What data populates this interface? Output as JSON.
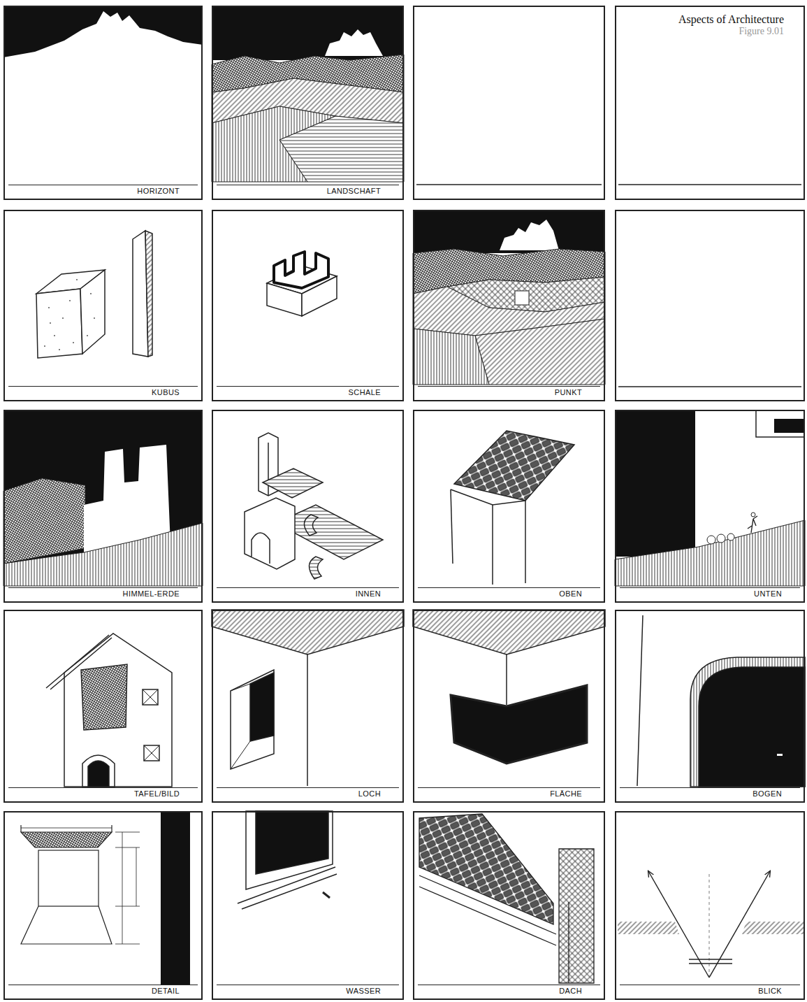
{
  "diagram": {
    "title": "Aspects of Architecture",
    "caption": "Figure 9.01",
    "nodes": [
      {
        "text": [
          "HORIZONT"
        ]
      },
      {
        "text": [
          "LANDSCHAFT"
        ]
      },
      {
        "text": [
          "KUBUS"
        ]
      },
      {
        "text": [
          "SCHALE"
        ]
      },
      {
        "text": [
          "PUNKT"
        ]
      },
      {
        "text": [
          "HIMMEL-ERDE"
        ]
      },
      {
        "text": [
          "INNEN"
        ]
      },
      {
        "text": [
          "OBEN"
        ]
      },
      {
        "text": [
          "UNTEN"
        ]
      },
      {
        "text": [
          "TAFEL/BILD"
        ]
      },
      {
        "text": [
          "LOCH"
        ]
      },
      {
        "text": [
          "FLÄCHE"
        ]
      },
      {
        "text": [
          "BOGEN"
        ]
      },
      {
        "text": [
          "DETAIL"
        ]
      },
      {
        "text": [
          "WASSER"
        ]
      },
      {
        "text": [
          "DACH"
        ]
      },
      {
        "text": [
          "BLICK"
        ]
      }
    ]
  }
}
